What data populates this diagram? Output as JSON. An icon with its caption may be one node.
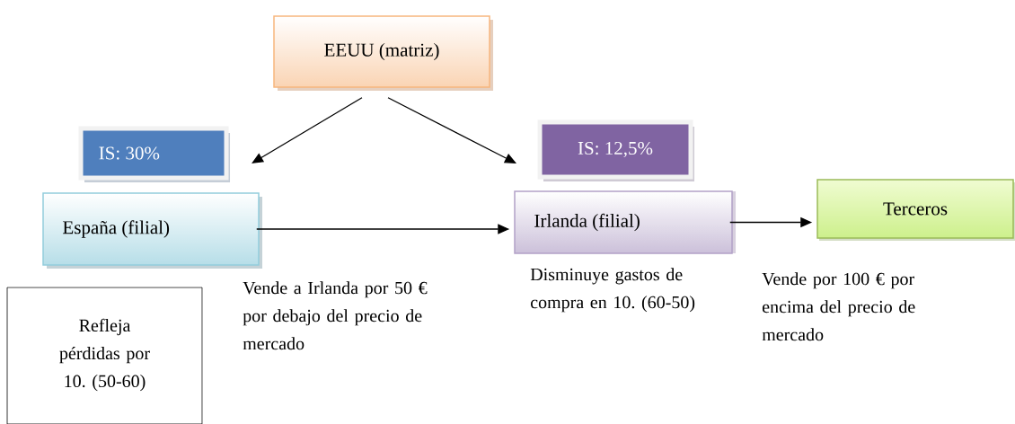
{
  "diagram": {
    "nodes": [
      {
        "text": [
          "EEUU (matriz)"
        ]
      },
      {
        "text": [
          "IS: 30%"
        ]
      },
      {
        "text": [
          "España (filial)"
        ]
      },
      {
        "text": [
          "IS: 12,5%"
        ]
      },
      {
        "text": [
          "Irlanda (filial)"
        ]
      },
      {
        "text": [
          "Terceros"
        ]
      },
      {
        "text": [
          "Refleja pérdidas por 10. (50-60)"
        ]
      }
    ],
    "edges": [
      {
        "from": 0,
        "to": null,
        "arrow": "to"
      },
      {
        "from": 0,
        "to": null,
        "arrow": "to"
      },
      {
        "from": 2,
        "to": 4,
        "arrow": "to"
      },
      {
        "from": 4,
        "to": 5,
        "arrow": "to"
      }
    ],
    "labels": [
      "Vende a Irlanda por 50 € por debajo del precio de mercado",
      "Disminuye gastos de compra en 10. (60-50)",
      "Vende por 100 € por encima del precio de mercado"
    ]
  }
}
